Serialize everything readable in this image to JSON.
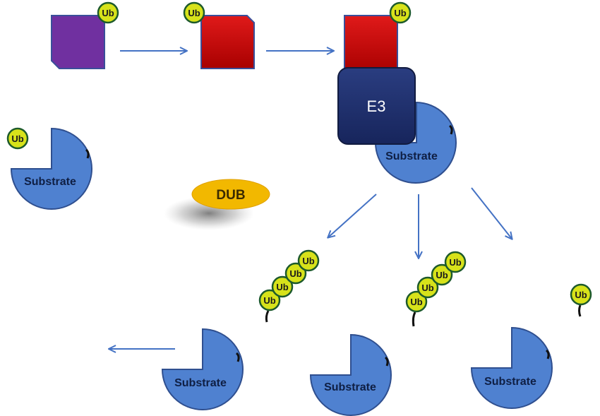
{
  "labels": {
    "ub": "Ub",
    "e3": "E3",
    "dub": "DUB",
    "substrate": "Substrate"
  },
  "colors": {
    "arrow": "#4472c4",
    "e1_purple": "#7030a0",
    "e2_red": "#c00000",
    "e3_navy": "#1f2f6b",
    "substrate_blue": "#4f81d0",
    "ub_fill": "#d7e21a",
    "ub_border": "#1d5a2c",
    "dub_fill": "#f2b800"
  },
  "icons": [
    "ubiquitin-bead-icon",
    "substrate-pacman-icon",
    "arrow-icon",
    "linker-tail-icon"
  ]
}
